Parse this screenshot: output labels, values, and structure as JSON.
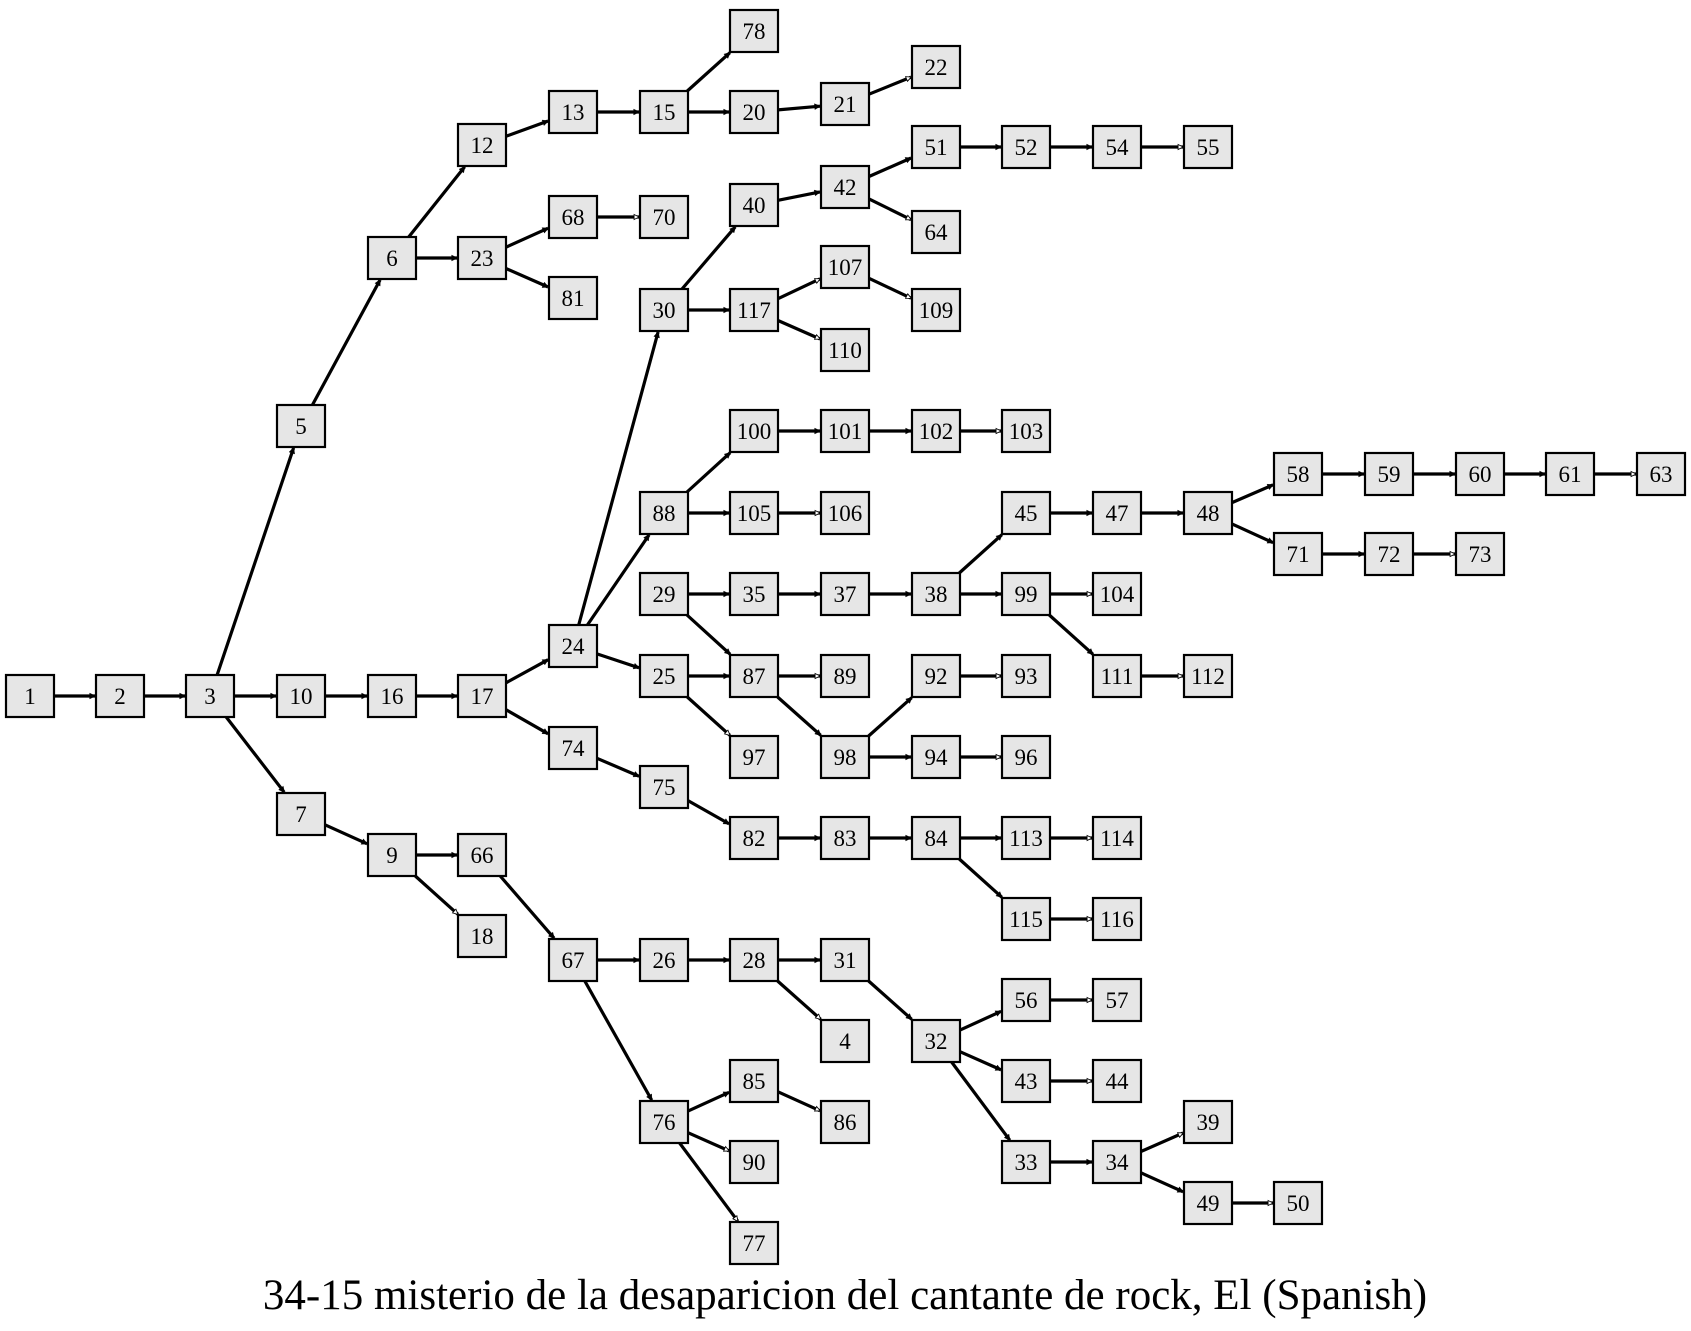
{
  "caption": "34-15 misterio de la desaparicion del cantante de rock, El (Spanish)",
  "colors": {
    "node_fill": "#e6e6e6",
    "stroke": "#000000",
    "background": "#ffffff"
  },
  "nodes": [
    "1",
    "2",
    "3",
    "5",
    "6",
    "7",
    "9",
    "10",
    "12",
    "13",
    "15",
    "16",
    "17",
    "18",
    "20",
    "21",
    "22",
    "23",
    "24",
    "25",
    "26",
    "28",
    "29",
    "30",
    "31",
    "32",
    "33",
    "34",
    "35",
    "37",
    "38",
    "39",
    "4",
    "40",
    "42",
    "43",
    "44",
    "45",
    "47",
    "48",
    "49",
    "50",
    "51",
    "52",
    "54",
    "55",
    "56",
    "57",
    "58",
    "59",
    "60",
    "61",
    "63",
    "64",
    "66",
    "67",
    "68",
    "70",
    "71",
    "72",
    "73",
    "74",
    "75",
    "76",
    "77",
    "78",
    "81",
    "82",
    "83",
    "84",
    "85",
    "86",
    "87",
    "88",
    "89",
    "90",
    "92",
    "93",
    "94",
    "96",
    "97",
    "98",
    "99",
    "100",
    "101",
    "102",
    "103",
    "104",
    "105",
    "106",
    "107",
    "109",
    "110",
    "111",
    "112",
    "113",
    "114",
    "115",
    "116",
    "117"
  ],
  "edges": [
    {
      "from": "1",
      "to": "2",
      "head": "filled"
    },
    {
      "from": "2",
      "to": "3",
      "head": "filled"
    },
    {
      "from": "3",
      "to": "5",
      "head": "filled"
    },
    {
      "from": "3",
      "to": "10",
      "head": "filled"
    },
    {
      "from": "3",
      "to": "7",
      "head": "filled"
    },
    {
      "from": "5",
      "to": "6",
      "head": "filled"
    },
    {
      "from": "6",
      "to": "12",
      "head": "filled"
    },
    {
      "from": "6",
      "to": "23",
      "head": "filled"
    },
    {
      "from": "12",
      "to": "13",
      "head": "filled"
    },
    {
      "from": "13",
      "to": "15",
      "head": "filled"
    },
    {
      "from": "15",
      "to": "78",
      "head": "filled"
    },
    {
      "from": "15",
      "to": "20",
      "head": "filled"
    },
    {
      "from": "20",
      "to": "21",
      "head": "filled"
    },
    {
      "from": "21",
      "to": "22",
      "head": "open"
    },
    {
      "from": "23",
      "to": "68",
      "head": "filled"
    },
    {
      "from": "23",
      "to": "81",
      "head": "filled"
    },
    {
      "from": "68",
      "to": "70",
      "head": "open"
    },
    {
      "from": "10",
      "to": "16",
      "head": "filled"
    },
    {
      "from": "16",
      "to": "17",
      "head": "filled"
    },
    {
      "from": "17",
      "to": "24",
      "head": "filled"
    },
    {
      "from": "17",
      "to": "74",
      "head": "filled"
    },
    {
      "from": "24",
      "to": "30",
      "head": "filled"
    },
    {
      "from": "24",
      "to": "88",
      "head": "filled"
    },
    {
      "from": "24",
      "to": "25",
      "head": "filled"
    },
    {
      "from": "30",
      "to": "40",
      "head": "filled"
    },
    {
      "from": "30",
      "to": "117",
      "head": "filled"
    },
    {
      "from": "40",
      "to": "42",
      "head": "filled"
    },
    {
      "from": "42",
      "to": "51",
      "head": "filled"
    },
    {
      "from": "42",
      "to": "64",
      "head": "open"
    },
    {
      "from": "51",
      "to": "52",
      "head": "filled"
    },
    {
      "from": "52",
      "to": "54",
      "head": "filled"
    },
    {
      "from": "54",
      "to": "55",
      "head": "open"
    },
    {
      "from": "117",
      "to": "107",
      "head": "open"
    },
    {
      "from": "117",
      "to": "110",
      "head": "open"
    },
    {
      "from": "107",
      "to": "109",
      "head": "open"
    },
    {
      "from": "88",
      "to": "100",
      "head": "filled"
    },
    {
      "from": "88",
      "to": "105",
      "head": "filled"
    },
    {
      "from": "100",
      "to": "101",
      "head": "filled"
    },
    {
      "from": "101",
      "to": "102",
      "head": "filled"
    },
    {
      "from": "102",
      "to": "103",
      "head": "open"
    },
    {
      "from": "105",
      "to": "106",
      "head": "open"
    },
    {
      "from": "29",
      "to": "35",
      "head": "filled"
    },
    {
      "from": "29",
      "to": "87",
      "head": "filled"
    },
    {
      "from": "35",
      "to": "37",
      "head": "filled"
    },
    {
      "from": "37",
      "to": "38",
      "head": "filled"
    },
    {
      "from": "38",
      "to": "45",
      "head": "filled"
    },
    {
      "from": "38",
      "to": "99",
      "head": "filled"
    },
    {
      "from": "45",
      "to": "47",
      "head": "filled"
    },
    {
      "from": "47",
      "to": "48",
      "head": "filled"
    },
    {
      "from": "48",
      "to": "58",
      "head": "filled"
    },
    {
      "from": "48",
      "to": "71",
      "head": "filled"
    },
    {
      "from": "58",
      "to": "59",
      "head": "filled"
    },
    {
      "from": "59",
      "to": "60",
      "head": "filled"
    },
    {
      "from": "60",
      "to": "61",
      "head": "filled"
    },
    {
      "from": "61",
      "to": "63",
      "head": "open"
    },
    {
      "from": "71",
      "to": "72",
      "head": "filled"
    },
    {
      "from": "72",
      "to": "73",
      "head": "open"
    },
    {
      "from": "99",
      "to": "104",
      "head": "open"
    },
    {
      "from": "99",
      "to": "111",
      "head": "filled"
    },
    {
      "from": "111",
      "to": "112",
      "head": "open"
    },
    {
      "from": "25",
      "to": "87",
      "head": "filled"
    },
    {
      "from": "25",
      "to": "97",
      "head": "open"
    },
    {
      "from": "87",
      "to": "89",
      "head": "open"
    },
    {
      "from": "87",
      "to": "98",
      "head": "filled"
    },
    {
      "from": "98",
      "to": "92",
      "head": "filled"
    },
    {
      "from": "98",
      "to": "94",
      "head": "filled"
    },
    {
      "from": "92",
      "to": "93",
      "head": "open"
    },
    {
      "from": "94",
      "to": "96",
      "head": "open"
    },
    {
      "from": "74",
      "to": "75",
      "head": "filled"
    },
    {
      "from": "75",
      "to": "82",
      "head": "filled"
    },
    {
      "from": "82",
      "to": "83",
      "head": "filled"
    },
    {
      "from": "83",
      "to": "84",
      "head": "filled"
    },
    {
      "from": "84",
      "to": "113",
      "head": "filled"
    },
    {
      "from": "84",
      "to": "115",
      "head": "filled"
    },
    {
      "from": "113",
      "to": "114",
      "head": "open"
    },
    {
      "from": "115",
      "to": "116",
      "head": "open"
    },
    {
      "from": "7",
      "to": "9",
      "head": "filled"
    },
    {
      "from": "9",
      "to": "66",
      "head": "filled"
    },
    {
      "from": "9",
      "to": "18",
      "head": "open"
    },
    {
      "from": "66",
      "to": "67",
      "head": "filled"
    },
    {
      "from": "67",
      "to": "26",
      "head": "filled"
    },
    {
      "from": "67",
      "to": "76",
      "head": "filled"
    },
    {
      "from": "26",
      "to": "28",
      "head": "filled"
    },
    {
      "from": "28",
      "to": "31",
      "head": "filled"
    },
    {
      "from": "28",
      "to": "4",
      "head": "open"
    },
    {
      "from": "31",
      "to": "32",
      "head": "filled"
    },
    {
      "from": "32",
      "to": "56",
      "head": "filled"
    },
    {
      "from": "32",
      "to": "43",
      "head": "filled"
    },
    {
      "from": "32",
      "to": "33",
      "head": "filled"
    },
    {
      "from": "56",
      "to": "57",
      "head": "open"
    },
    {
      "from": "43",
      "to": "44",
      "head": "open"
    },
    {
      "from": "33",
      "to": "34",
      "head": "filled"
    },
    {
      "from": "34",
      "to": "39",
      "head": "open"
    },
    {
      "from": "34",
      "to": "49",
      "head": "filled"
    },
    {
      "from": "49",
      "to": "50",
      "head": "open"
    },
    {
      "from": "76",
      "to": "85",
      "head": "filled"
    },
    {
      "from": "76",
      "to": "90",
      "head": "open"
    },
    {
      "from": "76",
      "to": "77",
      "head": "open"
    },
    {
      "from": "85",
      "to": "86",
      "head": "open"
    }
  ]
}
